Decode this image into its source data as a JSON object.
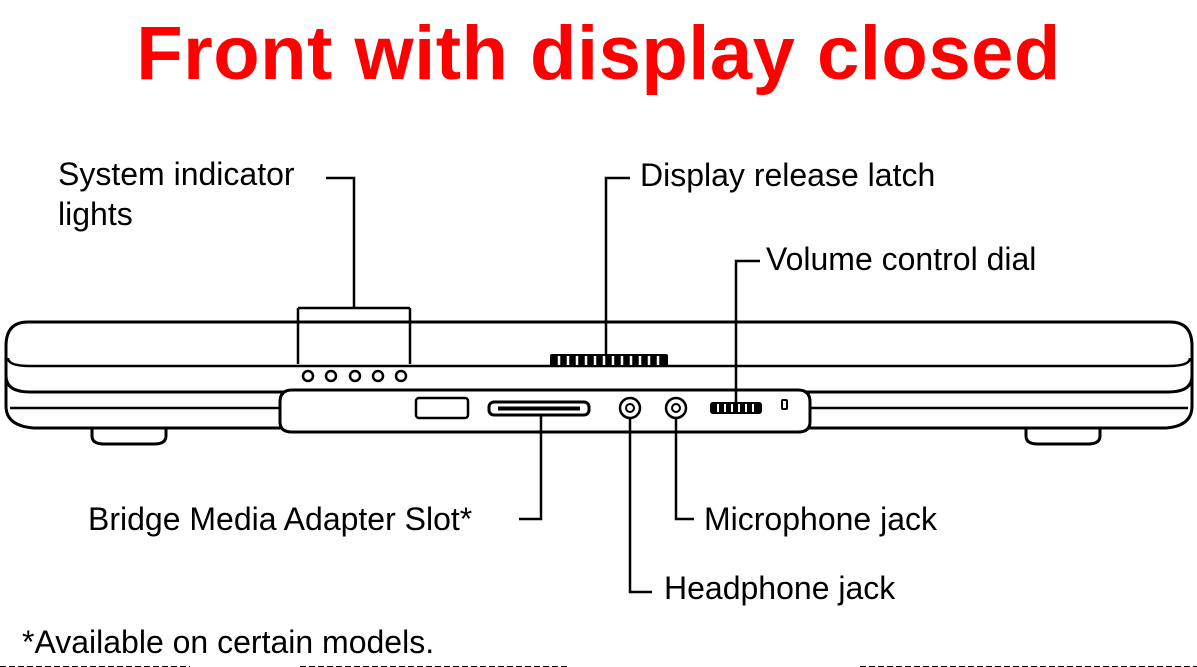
{
  "title": "Front with display closed",
  "colors": {
    "title": "#ff0000",
    "line": "#000000",
    "background": "#ffffff"
  },
  "callouts": {
    "system_indicator_lights": "System indicator lights",
    "display_release_latch": "Display release latch",
    "volume_control_dial": "Volume control dial",
    "bridge_media_adapter_slot": "Bridge Media Adapter Slot*",
    "microphone_jack": "Microphone jack",
    "headphone_jack": "Headphone jack"
  },
  "footnote": "*Available on certain models."
}
